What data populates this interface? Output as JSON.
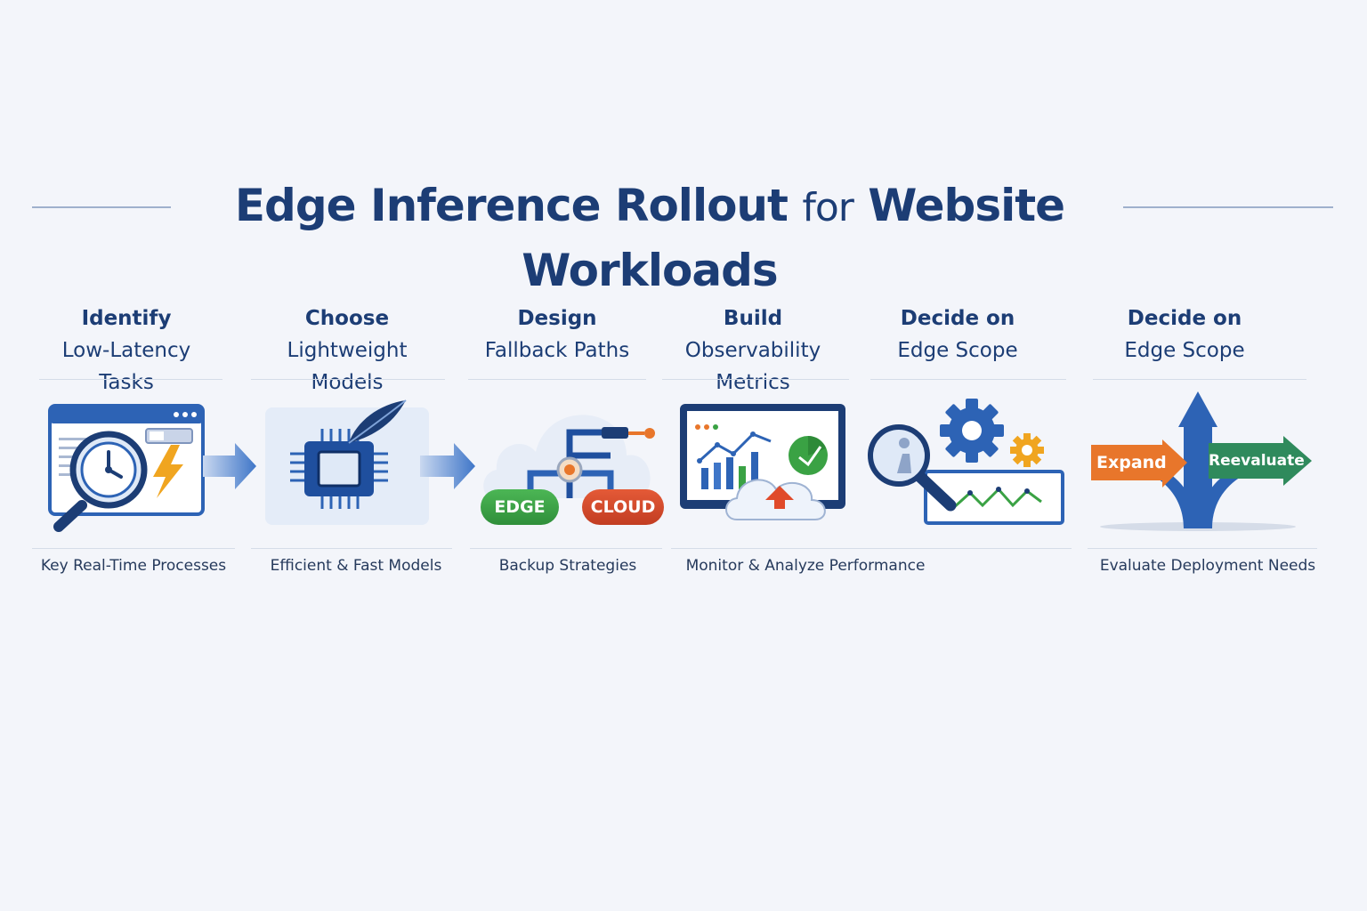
{
  "title": {
    "part1": "Edge Inference Rollout",
    "part2": "for",
    "part3": "Website Workloads"
  },
  "steps": [
    {
      "line1": "Identify",
      "line2": "Low-Latency Tasks",
      "caption": "Key Real-Time Processes",
      "icon": "clock-magnifier-icon"
    },
    {
      "line1": "Choose",
      "line2": "Lightweight Models",
      "caption": "Efficient & Fast Models",
      "icon": "chip-feather-icon"
    },
    {
      "line1": "Design",
      "line2": "Fallback Paths",
      "caption": "Backup Strategies",
      "icon": "fallback-network-icon"
    },
    {
      "line1": "Build",
      "line2": "Observability Metrics",
      "caption": "Monitor & Analyze Performance",
      "icon": "monitor-cloud-icon"
    },
    {
      "line1": "Decide on",
      "line2": "Edge Scope",
      "caption": "",
      "icon": "gear-magnifier-icon"
    },
    {
      "line1": "Decide on",
      "line2": "Edge Scope",
      "caption": "Evaluate Deployment Needs",
      "icon": "signpost-icon"
    }
  ],
  "badges": {
    "edge": "EDGE",
    "cloud": "CLOUD",
    "expand": "Expand",
    "reevaluate": "Reevaluate"
  },
  "colors": {
    "navy": "#1c3d75",
    "blue": "#2d63b5",
    "orange": "#e8762b",
    "green": "#3aa244",
    "red": "#d9472b",
    "teal": "#2f8a5c"
  }
}
